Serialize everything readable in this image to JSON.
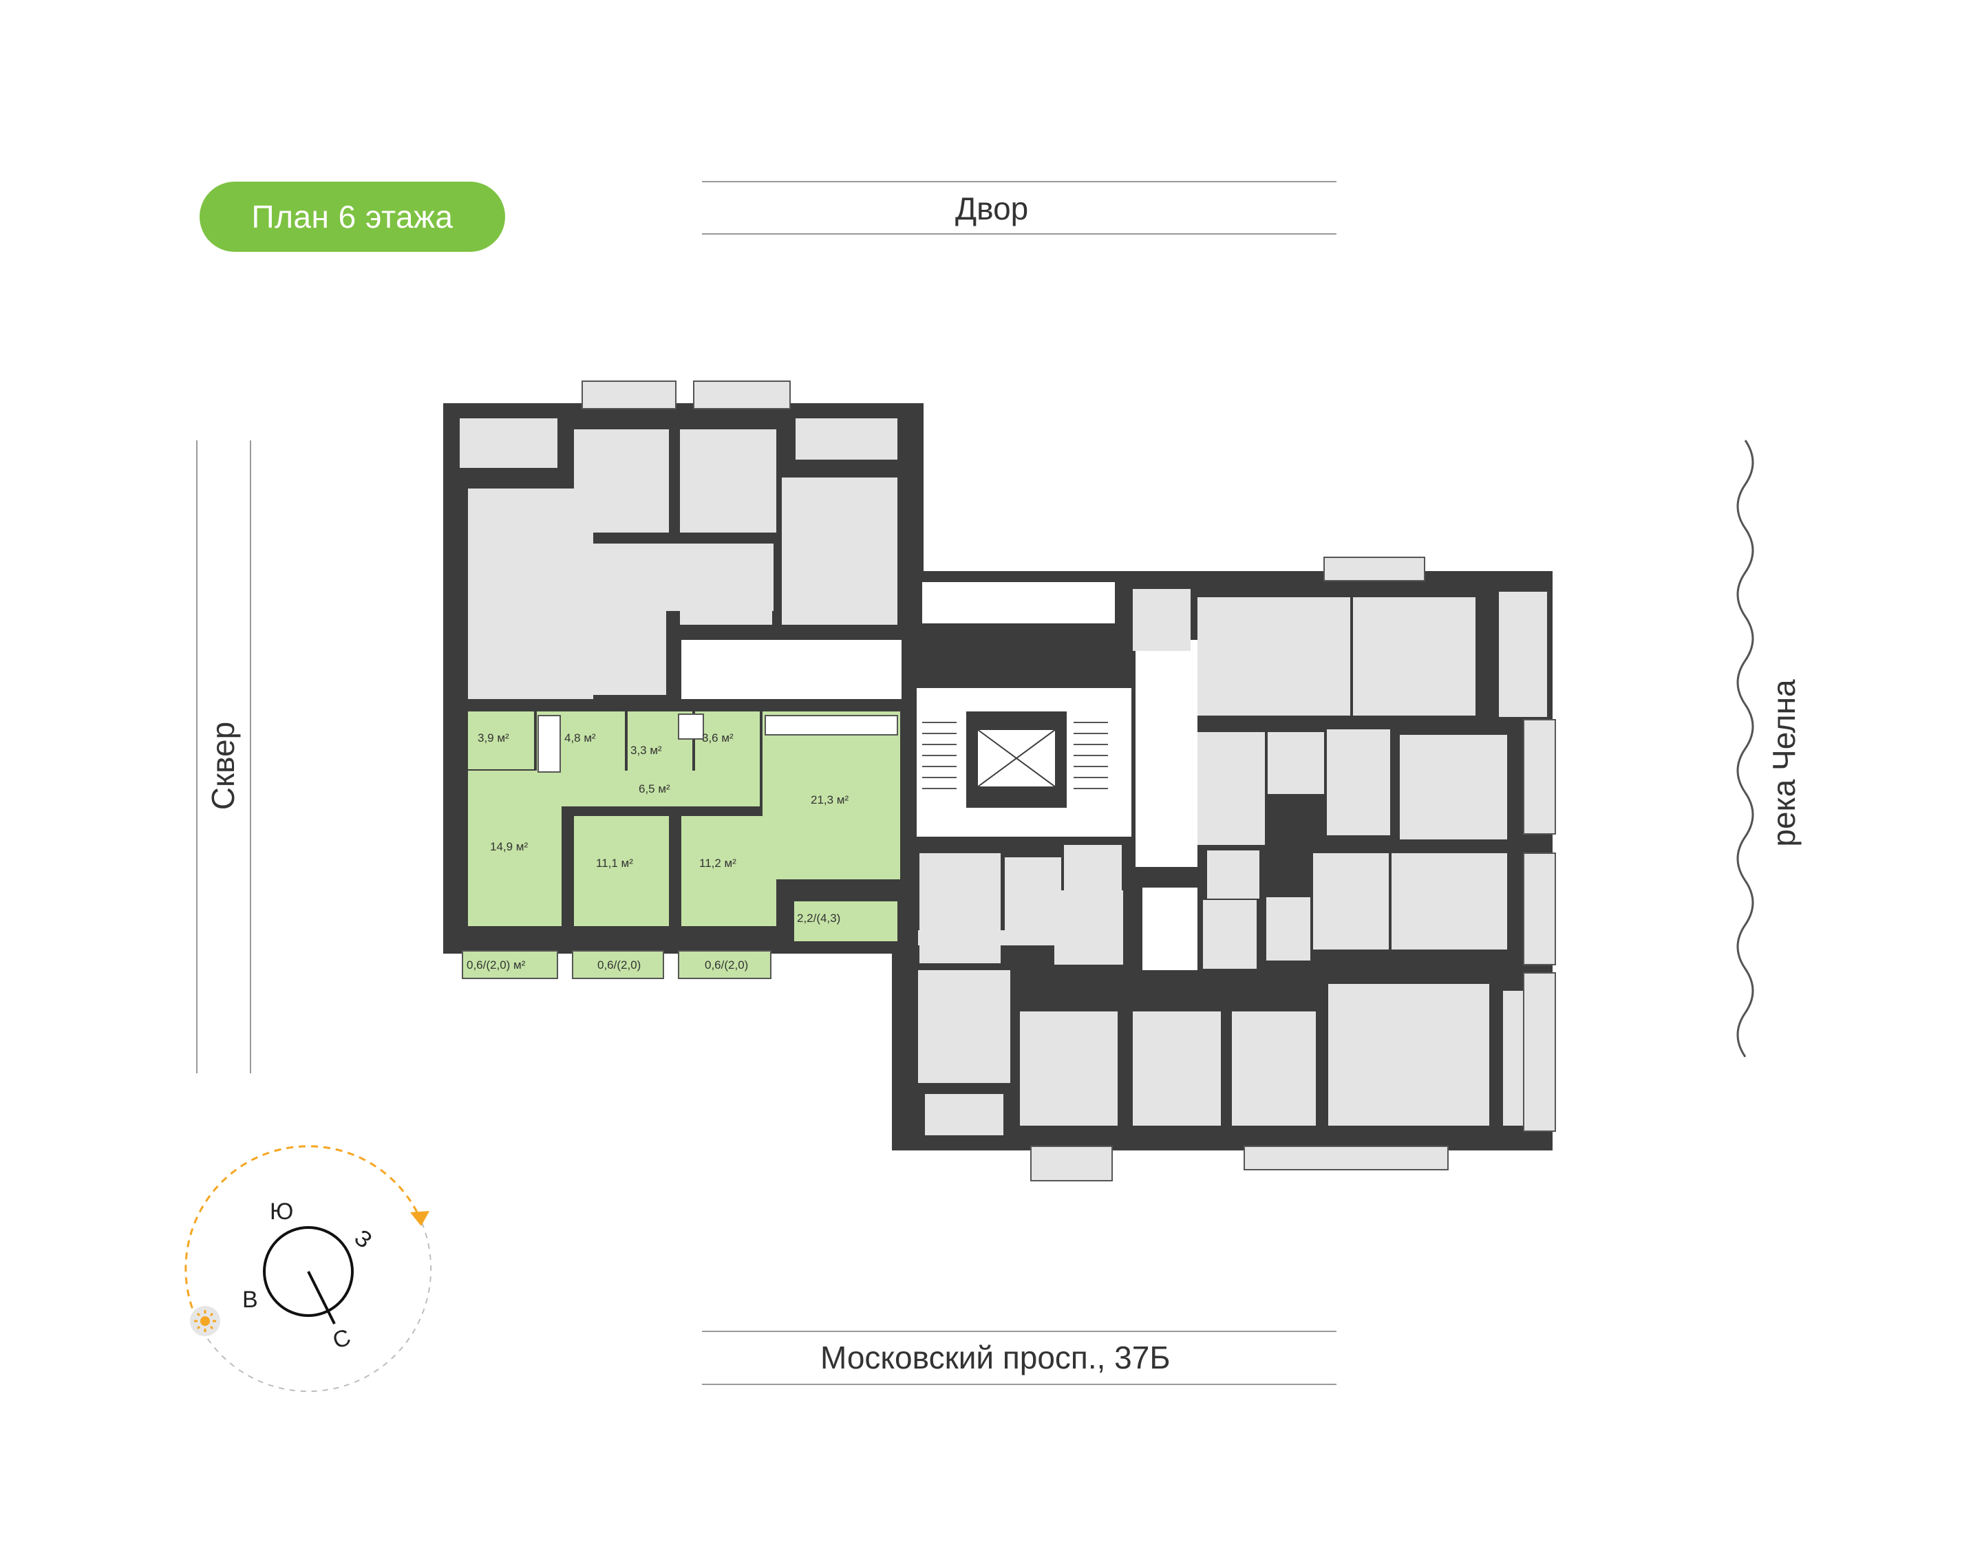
{
  "colors": {
    "accent": "#7dc242",
    "apartment_fill": "#c5e3a6",
    "room_fill": "#e4e4e4",
    "wall": "#3c3c3c",
    "sun_arc": "#f5a623"
  },
  "header": {
    "floor_badge": "План 6 этажа"
  },
  "surroundings": {
    "top": "Двор",
    "left": "Сквер",
    "right": "река Челна",
    "bottom": "Московский просп., 37Б"
  },
  "apartment": {
    "rooms": [
      {
        "id": "r1",
        "area": "3,9 м²"
      },
      {
        "id": "r2",
        "area": "4,8 м²"
      },
      {
        "id": "r3",
        "area": "3,3 м²"
      },
      {
        "id": "r4",
        "area": "3,6 м²"
      },
      {
        "id": "r5",
        "area": "6,5 м²"
      },
      {
        "id": "r6",
        "area": "21,3 м²"
      },
      {
        "id": "r7",
        "area": "14,9 м²"
      },
      {
        "id": "r8",
        "area": "11,1 м²"
      },
      {
        "id": "r9",
        "area": "11,2 м²"
      },
      {
        "id": "r10",
        "area": "2,2/(4,3)"
      },
      {
        "id": "b1",
        "area": "0,6/(2,0) м²"
      },
      {
        "id": "b2",
        "area": "0,6/(2,0)"
      },
      {
        "id": "b3",
        "area": "0,6/(2,0)"
      }
    ]
  },
  "compass": {
    "south": "Ю",
    "west": "З",
    "east": "В",
    "north": "С",
    "sun_icon": "sun-icon"
  }
}
